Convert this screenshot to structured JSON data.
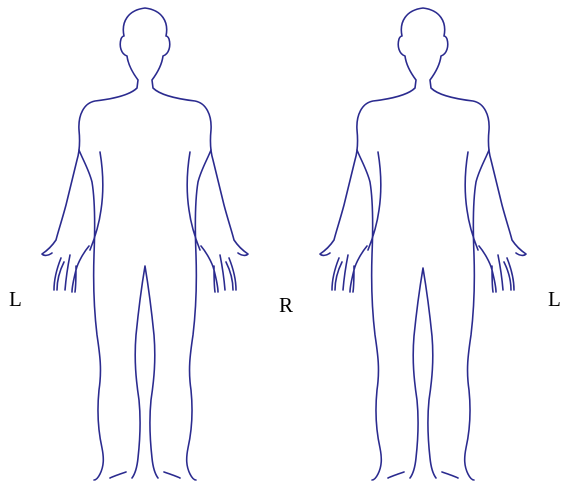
{
  "diagram": {
    "side_labels": {
      "front_figure_left": "L",
      "middle": "R",
      "back_figure_right": "L"
    },
    "outline_color": "#2b2b8f",
    "background_color": "#ffffff"
  }
}
